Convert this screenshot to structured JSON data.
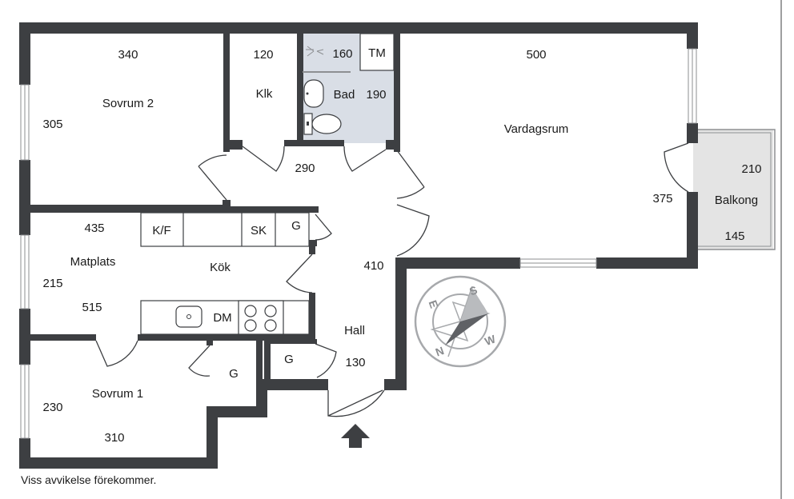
{
  "rooms": {
    "sovrum2": {
      "name": "Sovrum 2",
      "w": "340",
      "h": "305"
    },
    "klk": {
      "name": "Klk",
      "w": "120"
    },
    "bad": {
      "name": "Bad",
      "w": "160",
      "h": "190",
      "tm": "TM"
    },
    "vardagsrum": {
      "name": "Vardagsrum",
      "w": "500",
      "h": "375"
    },
    "balkong": {
      "name": "Balkong",
      "w": "210",
      "h": "145"
    },
    "hall": {
      "name": "Hall",
      "w": "410",
      "h": "130",
      "corridor": "290"
    },
    "kok": {
      "name": "Kök",
      "w": "435",
      "h": "515"
    },
    "matplats": {
      "name": "Matplats",
      "h": "215"
    },
    "sovrum1": {
      "name": "Sovrum 1",
      "w": "310",
      "h": "230"
    }
  },
  "fixtures": {
    "kf": "K/F",
    "sk": "SK",
    "dm": "DM",
    "g1": "G",
    "g2": "G",
    "g3": "G"
  },
  "compass": {
    "s": "S",
    "w": "W",
    "n": "N",
    "e": "E"
  },
  "note": "Viss avvikelse förekommer.",
  "colors": {
    "wall": "#3d3f42",
    "bath": "#d9dee6",
    "balcony": "#e4e4e4",
    "compass": "#8a8c8f"
  }
}
